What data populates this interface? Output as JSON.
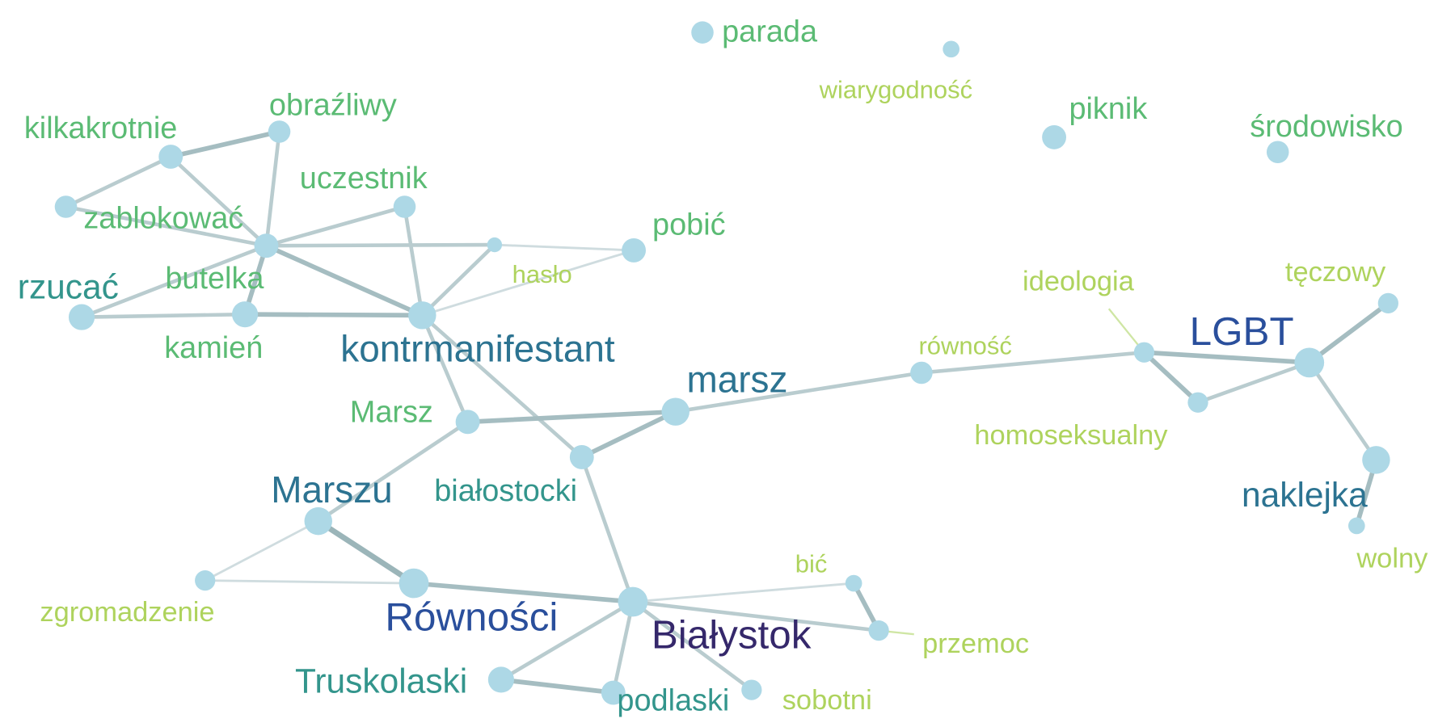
{
  "graph": {
    "colors": {
      "node": "#add8e6",
      "edge": "#9fbfc4",
      "palette": [
        "#aed35d",
        "#5bbb74",
        "#33958c",
        "#2c7391",
        "#2a4f9c",
        "#35286b"
      ]
    },
    "nodes": [
      {
        "id": "parada",
        "label": "parada",
        "size": 2,
        "color": 1
      },
      {
        "id": "wiarygodnosc",
        "label": "wiarygodność",
        "size": 1,
        "color": 0
      },
      {
        "id": "piknik",
        "label": "piknik",
        "size": 2,
        "color": 1
      },
      {
        "id": "srodowisko",
        "label": "środowisko",
        "size": 2,
        "color": 1
      },
      {
        "id": "obrazliwy",
        "label": "obraźliwy",
        "size": 2,
        "color": 1
      },
      {
        "id": "kilkakrotnie",
        "label": "kilkakrotnie",
        "size": 2,
        "color": 1
      },
      {
        "id": "uczestnik",
        "label": "uczestnik",
        "size": 2,
        "color": 1
      },
      {
        "id": "zablokowac",
        "label": "zablokować",
        "size": 2,
        "color": 1
      },
      {
        "id": "pobic",
        "label": "pobić",
        "size": 2,
        "color": 1
      },
      {
        "id": "haslo",
        "label": "hasło",
        "size": 1,
        "color": 0
      },
      {
        "id": "butelka",
        "label": "butelka",
        "size": 2,
        "color": 1
      },
      {
        "id": "rzucac",
        "label": "rzucać",
        "size": 3,
        "color": 2
      },
      {
        "id": "kamien",
        "label": "kamień",
        "size": 2,
        "color": 1
      },
      {
        "id": "kontrmanifestant",
        "label": "kontrmanifestant",
        "size": 4,
        "color": 3
      },
      {
        "id": "marsz",
        "label": "marsz",
        "size": 4,
        "color": 3
      },
      {
        "id": "Marsz",
        "label": "Marsz",
        "size": 2,
        "color": 1
      },
      {
        "id": "rownosc",
        "label": "równość",
        "size": 1,
        "color": 0
      },
      {
        "id": "ideologia",
        "label": "ideologia",
        "size": 1,
        "color": 0
      },
      {
        "id": "teczowy",
        "label": "tęczowy",
        "size": 1,
        "color": 0
      },
      {
        "id": "LGBT",
        "label": "LGBT",
        "size": 5,
        "color": 4
      },
      {
        "id": "homoseksualny",
        "label": "homoseksualny",
        "size": 1,
        "color": 0
      },
      {
        "id": "bialostocki",
        "label": "białostocki",
        "size": 2,
        "color": 2
      },
      {
        "id": "naklejka",
        "label": "naklejka",
        "size": 4,
        "color": 3
      },
      {
        "id": "wolny",
        "label": "wolny",
        "size": 1,
        "color": 0
      },
      {
        "id": "Marszu",
        "label": "Marszu",
        "size": 4,
        "color": 3
      },
      {
        "id": "bic",
        "label": "bić",
        "size": 1,
        "color": 0
      },
      {
        "id": "zgromadzenie",
        "label": "zgromadzenie",
        "size": 1,
        "color": 0
      },
      {
        "id": "Rownosci",
        "label": "Równości",
        "size": 5,
        "color": 4
      },
      {
        "id": "Bialystok",
        "label": "Białystok",
        "size": 5,
        "color": 5
      },
      {
        "id": "przemoc",
        "label": "przemoc",
        "size": 1,
        "color": 0
      },
      {
        "id": "Truskolaski",
        "label": "Truskolaski",
        "size": 4,
        "color": 2
      },
      {
        "id": "podlaski",
        "label": "podlaski",
        "size": 3,
        "color": 2
      },
      {
        "id": "sobotni",
        "label": "sobotni",
        "size": 1,
        "color": 0
      }
    ],
    "edges": [
      {
        "from": "kilkakrotnie",
        "to": "obrazliwy",
        "weight": 3
      },
      {
        "from": "kilkakrotnie",
        "to": "zablokowac_node",
        "weight": 2
      },
      {
        "from": "kilkakrotnie",
        "to": "hub",
        "weight": 2
      },
      {
        "from": "obrazliwy",
        "to": "hub",
        "weight": 2
      },
      {
        "from": "zablokowac_node",
        "to": "hub",
        "weight": 2
      },
      {
        "from": "uczestnik",
        "to": "hub",
        "weight": 2
      },
      {
        "from": "uczestnik",
        "to": "kontrmanifestant",
        "weight": 2
      },
      {
        "from": "hub",
        "to": "rzucac",
        "weight": 2
      },
      {
        "from": "hub",
        "to": "kamien",
        "weight": 3
      },
      {
        "from": "hub",
        "to": "kontrmanifestant",
        "weight": 3
      },
      {
        "from": "hub",
        "to": "haslo",
        "weight": 2
      },
      {
        "from": "haslo",
        "to": "kontrmanifestant",
        "weight": 2
      },
      {
        "from": "haslo",
        "to": "pobic",
        "weight": 1
      },
      {
        "from": "kontrmanifestant",
        "to": "pobic",
        "weight": 1
      },
      {
        "from": "rzucac",
        "to": "kamien",
        "weight": 2
      },
      {
        "from": "kamien",
        "to": "kontrmanifestant",
        "weight": 3
      },
      {
        "from": "kontrmanifestant",
        "to": "Marsz",
        "weight": 2
      },
      {
        "from": "kontrmanifestant",
        "to": "bialostocki",
        "weight": 2
      },
      {
        "from": "Marsz",
        "to": "marsz",
        "weight": 3
      },
      {
        "from": "bialostocki",
        "to": "marsz",
        "weight": 3
      },
      {
        "from": "marsz",
        "to": "rownosc",
        "weight": 2
      },
      {
        "from": "rownosc",
        "to": "ideologia",
        "weight": 2
      },
      {
        "from": "ideologia",
        "to": "LGBT",
        "weight": 3
      },
      {
        "from": "ideologia",
        "to": "homoseksualny",
        "weight": 3
      },
      {
        "from": "homoseksualny",
        "to": "LGBT",
        "weight": 2
      },
      {
        "from": "LGBT",
        "to": "teczowy",
        "weight": 3
      },
      {
        "from": "LGBT",
        "to": "naklejka",
        "weight": 2
      },
      {
        "from": "naklejka",
        "to": "wolny",
        "weight": 3
      },
      {
        "from": "Marsz",
        "to": "Marszu",
        "weight": 2
      },
      {
        "from": "Marszu",
        "to": "Rownosci",
        "weight": 4
      },
      {
        "from": "Marszu",
        "to": "zgromadzenie",
        "weight": 1
      },
      {
        "from": "zgromadzenie",
        "to": "Rownosci",
        "weight": 1
      },
      {
        "from": "Rownosci",
        "to": "Bialystok",
        "weight": 3
      },
      {
        "from": "bialostocki",
        "to": "Bialystok",
        "weight": 2
      },
      {
        "from": "Bialystok",
        "to": "bic",
        "weight": 1
      },
      {
        "from": "Bialystok",
        "to": "przemoc",
        "weight": 2
      },
      {
        "from": "bic",
        "to": "przemoc",
        "weight": 3
      },
      {
        "from": "Bialystok",
        "to": "Truskolaski",
        "weight": 2
      },
      {
        "from": "Bialystok",
        "to": "podlaski",
        "weight": 2
      },
      {
        "from": "Bialystok",
        "to": "sobotni",
        "weight": 2
      },
      {
        "from": "Truskolaski",
        "to": "podlaski",
        "weight": 3
      }
    ]
  }
}
